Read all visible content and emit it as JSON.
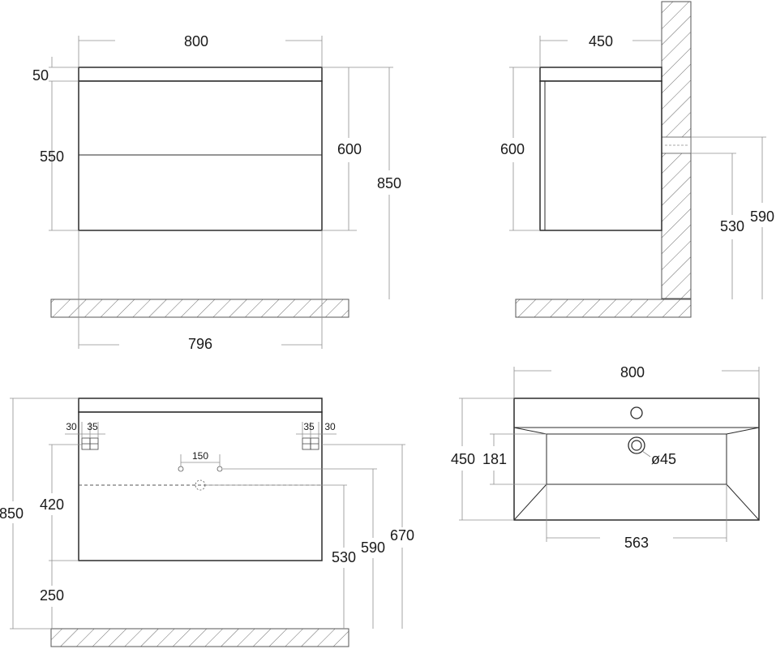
{
  "front_view": {
    "width_top": "800",
    "top_thickness": "50",
    "body_height": "550",
    "cabinet_height": "600",
    "mount_height": "850",
    "inner_width": "796"
  },
  "side_view": {
    "depth": "450",
    "cabinet_height": "600",
    "pipe_height_low": "530",
    "pipe_height_high": "590"
  },
  "back_view": {
    "offset_left_a": "30",
    "offset_left_b": "35",
    "offset_right_b": "35",
    "offset_right_a": "30",
    "pipe_spacing": "150",
    "total_height": "850",
    "bracket_height": "420",
    "floor_clearance": "250",
    "drain_height": "530",
    "pipe_height": "590",
    "bracket_top_height": "670"
  },
  "top_view": {
    "width": "800",
    "depth": "450",
    "bowl_depth": "181",
    "drain_diameter": "ø45",
    "bowl_width": "563"
  }
}
